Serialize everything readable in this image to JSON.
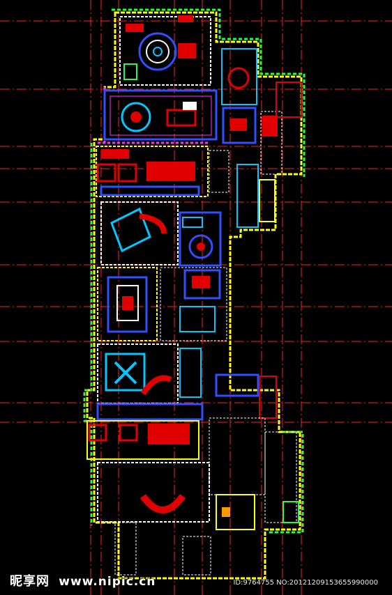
{
  "drawing": {
    "background": "#000000",
    "colors": {
      "grid": "#ff2020",
      "wall_yellow": "#ffff00",
      "wall_white": "#ffffff",
      "furniture_blue": "#3050ff",
      "furniture_cyan": "#00c8ff",
      "accent_magenta": "#ff30ff",
      "accent_green": "#20ff40",
      "fill_red": "#e00000"
    }
  },
  "watermark": {
    "brand": "昵享网",
    "url": "www.nipic.cn",
    "photo_id": "ID:9764755 NO:20121209153655990000"
  }
}
